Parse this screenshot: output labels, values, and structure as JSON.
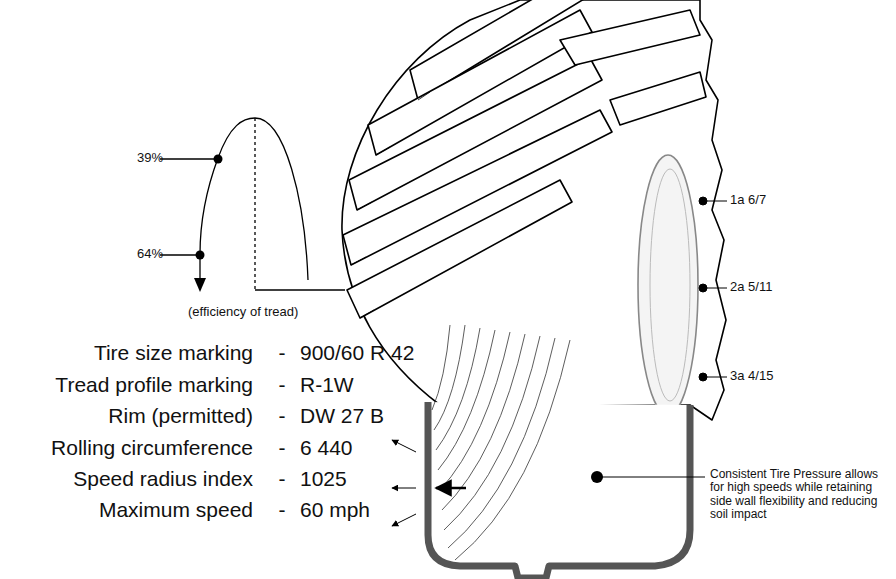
{
  "diagram": {
    "labels": [
      "39%",
      "64%",
      "(efficiency of tread)",
      "Tire size marking",
      "-",
      "900/60 R 42",
      "Tread profile marking",
      "-",
      "R-1W",
      "Rim (permitted)",
      "-",
      "DW 27 B",
      "Rolling circumference",
      "-",
      "6 440",
      "Speed radius index",
      "-",
      "1025",
      "Maximum speed",
      "-",
      "60 mph",
      "1a 6/7",
      "2a 5/11",
      "3a 4/15",
      "Consistent Tire Pressure allows for high speeds while retaining side wall flexibility and reducing soil impact"
    ]
  }
}
